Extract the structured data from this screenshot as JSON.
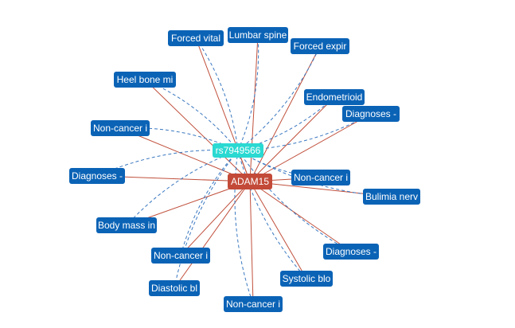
{
  "colors": {
    "trait_node": "#0b63b6",
    "gene_node": "#c34a38",
    "snp_node": "#2ad9d2",
    "solid_edge": "#c0503c",
    "dashed_edge": "#3a78c0",
    "snp_text": "#1a1a1a"
  },
  "nodes": [
    {
      "id": "gene",
      "label": "ADAM15",
      "kind": "gene"
    },
    {
      "id": "snp",
      "label": "rs7949566",
      "kind": "snp"
    },
    {
      "id": "t1",
      "label": "Forced vital",
      "kind": "trait"
    },
    {
      "id": "t2",
      "label": "Lumbar spine",
      "kind": "trait"
    },
    {
      "id": "t3",
      "label": "Forced expir",
      "kind": "trait"
    },
    {
      "id": "t4",
      "label": "Heel bone mi",
      "kind": "trait"
    },
    {
      "id": "t5",
      "label": "Endometrioid",
      "kind": "trait"
    },
    {
      "id": "t6",
      "label": "Diagnoses -",
      "kind": "trait"
    },
    {
      "id": "t7",
      "label": "Non-cancer i",
      "kind": "trait"
    },
    {
      "id": "t8",
      "label": "Non-cancer i",
      "kind": "trait"
    },
    {
      "id": "t9",
      "label": "Diagnoses -",
      "kind": "trait"
    },
    {
      "id": "t10",
      "label": "Bulimia nerv",
      "kind": "trait"
    },
    {
      "id": "t11",
      "label": "Body mass in",
      "kind": "trait"
    },
    {
      "id": "t12",
      "label": "Diagnoses -",
      "kind": "trait"
    },
    {
      "id": "t13",
      "label": "Non-cancer i",
      "kind": "trait"
    },
    {
      "id": "t14",
      "label": "Systolic blo",
      "kind": "trait"
    },
    {
      "id": "t15",
      "label": "Diastolic bl",
      "kind": "trait"
    },
    {
      "id": "t16",
      "label": "Non-cancer i",
      "kind": "trait"
    }
  ],
  "edges": [
    {
      "from": "gene",
      "to": "t1",
      "style": "solid"
    },
    {
      "from": "gene",
      "to": "t2",
      "style": "solid"
    },
    {
      "from": "gene",
      "to": "t3",
      "style": "solid"
    },
    {
      "from": "gene",
      "to": "t4",
      "style": "solid"
    },
    {
      "from": "gene",
      "to": "t5",
      "style": "solid"
    },
    {
      "from": "gene",
      "to": "t6",
      "style": "solid"
    },
    {
      "from": "gene",
      "to": "t7",
      "style": "solid"
    },
    {
      "from": "gene",
      "to": "t8",
      "style": "solid"
    },
    {
      "from": "gene",
      "to": "t9",
      "style": "solid"
    },
    {
      "from": "gene",
      "to": "t10",
      "style": "solid"
    },
    {
      "from": "gene",
      "to": "t11",
      "style": "solid"
    },
    {
      "from": "gene",
      "to": "t12",
      "style": "solid"
    },
    {
      "from": "gene",
      "to": "t13",
      "style": "solid"
    },
    {
      "from": "gene",
      "to": "t14",
      "style": "solid"
    },
    {
      "from": "gene",
      "to": "t15",
      "style": "solid"
    },
    {
      "from": "gene",
      "to": "t16",
      "style": "solid"
    },
    {
      "from": "gene",
      "to": "snp",
      "style": "solid"
    },
    {
      "from": "snp",
      "to": "t1",
      "style": "dashed"
    },
    {
      "from": "snp",
      "to": "t2",
      "style": "dashed"
    },
    {
      "from": "snp",
      "to": "t3",
      "style": "dashed"
    },
    {
      "from": "snp",
      "to": "t4",
      "style": "dashed"
    },
    {
      "from": "snp",
      "to": "t5",
      "style": "dashed"
    },
    {
      "from": "snp",
      "to": "t6",
      "style": "dashed"
    },
    {
      "from": "snp",
      "to": "t7",
      "style": "dashed"
    },
    {
      "from": "snp",
      "to": "t8",
      "style": "dashed"
    },
    {
      "from": "snp",
      "to": "t9",
      "style": "dashed"
    },
    {
      "from": "snp",
      "to": "t10",
      "style": "dashed"
    },
    {
      "from": "snp",
      "to": "t11",
      "style": "dashed"
    },
    {
      "from": "snp",
      "to": "t12",
      "style": "dashed"
    },
    {
      "from": "snp",
      "to": "t13",
      "style": "dashed"
    },
    {
      "from": "snp",
      "to": "t14",
      "style": "dashed"
    },
    {
      "from": "snp",
      "to": "t15",
      "style": "dashed"
    },
    {
      "from": "snp",
      "to": "t16",
      "style": "dashed"
    }
  ]
}
